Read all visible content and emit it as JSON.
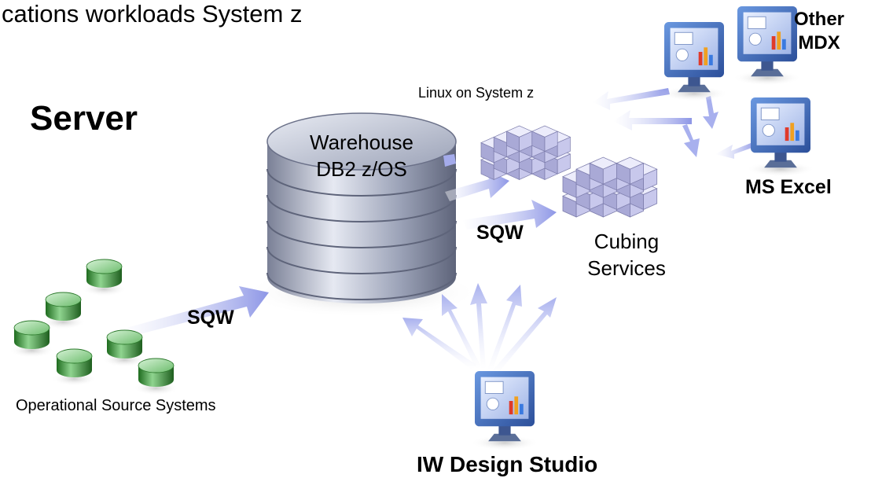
{
  "title": "cations workloads System z",
  "server_label": "Server",
  "warehouse": {
    "line1": "Warehouse",
    "line2": "DB2 z/OS"
  },
  "linux_label": "Linux on System z",
  "cubing": {
    "line1": "Cubing",
    "line2": "Services"
  },
  "sqw_top": "SQW",
  "sqw_left": "SQW",
  "other": {
    "line1": "Other",
    "line2": "MDX"
  },
  "ms_excel": "MS Excel",
  "operational_sources": "Operational Source Systems",
  "iw_design_studio": "IW Design Studio",
  "colors": {
    "cylinder_steel": "#a0a8c0",
    "source_green": "#3d9a3d",
    "cube_lavender": "#c6c6e8",
    "arrow_blue": "#9aa2ea",
    "monitor_blue": "#4a78c8"
  },
  "icons": [
    "database-cylinder-icon",
    "olap-cube-icon",
    "desktop-monitor-icon",
    "source-db-icon",
    "flow-arrow-icon"
  ]
}
